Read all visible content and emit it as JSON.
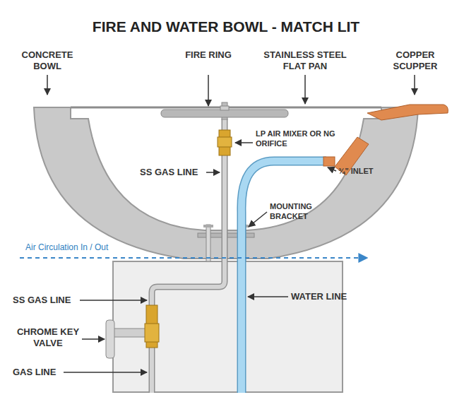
{
  "diagram": {
    "title": "FIRE AND WATER BOWL - MATCH LIT",
    "labels": [
      "CONCRETE BOWL",
      "FIRE RING",
      "STAINLESS STEEL FLAT PAN",
      "COPPER SCUPPER",
      "LP AIR MIXER OR NG ORIFICE",
      "SS GAS LINE",
      "¾” INLET",
      "MOUNTING BRACKET",
      "Air Circulation In / Out",
      "SS GAS LINE",
      "WATER LINE",
      "CHROME KEY VALVE",
      "GAS LINE"
    ]
  }
}
